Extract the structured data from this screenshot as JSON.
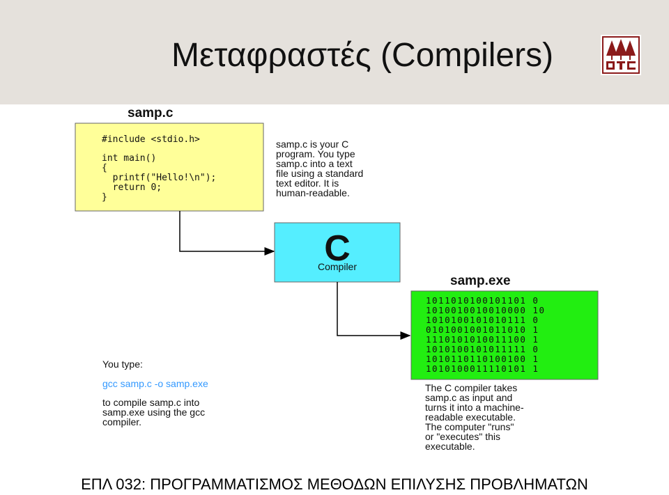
{
  "header": {
    "title": "Μεταφραστές (Compilers)"
  },
  "logo": {
    "icon": "cypress-tree-logo-icon",
    "color": "#8b1a1a"
  },
  "diagram": {
    "source_file": {
      "label": "samp.c",
      "code_lines": [
        "#include <stdio.h>",
        "",
        "int main()",
        "{",
        "  printf(\"Hello!\\n\");",
        "  return 0;",
        "}"
      ],
      "color": "#ffff99"
    },
    "source_desc": [
      "samp.c is your C",
      "program. You type",
      "samp.c into a text",
      "file using a standard",
      "text editor. It is",
      "human-readable."
    ],
    "compiler": {
      "letter": "C",
      "label": "Compiler",
      "color": "#55eeff"
    },
    "executable": {
      "label": "samp.exe",
      "binary_lines": [
        "1011010100101101 0",
        "1010010010010000 10",
        "1010100101010111 0",
        "0101001001011010 1",
        "1110101010011100 1",
        "1010100101011111 0",
        "1010110110100100 1",
        "1010100011110101 1"
      ],
      "color": "#22ee11"
    },
    "exe_desc": [
      "The C compiler takes",
      "samp.c as input and",
      "turns it into a machine-",
      "readable executable.",
      "The computer \"runs\"",
      "or \"executes\" this",
      "executable."
    ],
    "you_type": {
      "prompt": "You type:",
      "command": "gcc samp.c -o samp.exe",
      "command_color": "#3399ff",
      "desc": [
        "to compile samp.c into",
        "samp.exe using the gcc",
        "compiler."
      ]
    }
  },
  "footer": {
    "text": "ΕΠΛ 032: ΠΡΟΓΡΑΜΜΑΤΙΣΜΟΣ ΜΕΘΟΔΩΝ ΕΠΙΛΥΣΗΣ ΠΡΟΒΛΗΜΑΤΩΝ"
  }
}
